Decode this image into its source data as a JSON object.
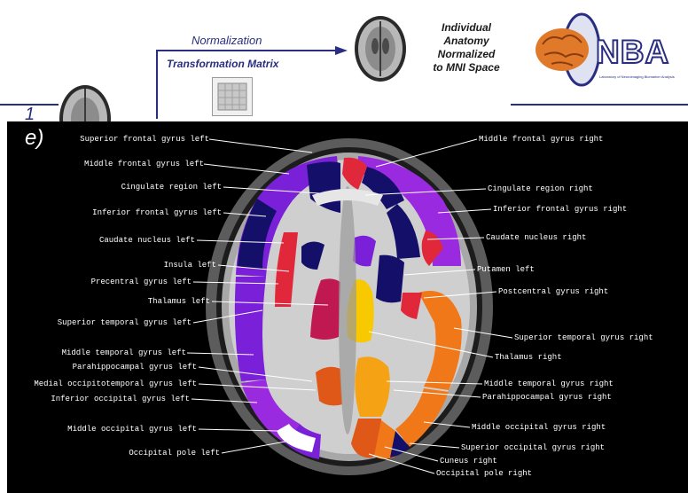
{
  "header": {
    "normalization_label": "Normalization",
    "transformation_label": "Transformation Matrix",
    "individual_lines": [
      "Individual",
      "Anatomy",
      "Normalized",
      "to MNI Space"
    ],
    "step_number": "1",
    "logo_text": "NBA",
    "logo_subtext": "Laboratory of Neuroimaging Biomarker Analysis"
  },
  "panel": {
    "letter": "e)"
  },
  "labels_left": [
    "Superior frontal gyrus left",
    "Middle frontal gyrus left",
    "Cingulate region left",
    "Inferior frontal gyrus left",
    "Caudate nucleus left",
    "Insula left",
    "Precentral gyrus left",
    "Thalamus left",
    "Superior temporal gyrus left",
    "Middle temporal gyrus left",
    "Parahippocampal gyrus left",
    "Medial occipitotemporal gyrus left",
    "Inferior occipital gyrus left",
    "Middle occipital gyrus left",
    "Occipital pole left"
  ],
  "labels_right": [
    "Middle frontal gyrus right",
    "Cingulate region right",
    "Inferior frontal gyrus right",
    "Caudate nucleus right",
    "Putamen left",
    "Postcentral gyrus right",
    "Superior temporal gyrus right",
    "Thalamus right",
    "Middle temporal gyrus right",
    "Parahippocampal gyrus right",
    "Middle occipital gyrus right",
    "Superior occipital gyrus right",
    "Cuneus right",
    "Occipital pole right"
  ],
  "colors": {
    "accent_blue": "#2a2e80",
    "violet": "#7a20d8",
    "purple": "#9a2ae0",
    "navy": "#14106a",
    "red": "#e0283a",
    "crimson": "#c01850",
    "yellow": "#f8c800",
    "orange": "#f07818",
    "white": "#ffffff"
  }
}
